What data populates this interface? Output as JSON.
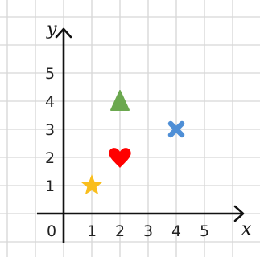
{
  "diagram": {
    "axes": {
      "x_label": "x",
      "y_label": "y",
      "x_ticks": [
        "0",
        "1",
        "2",
        "3",
        "4",
        "5"
      ],
      "y_ticks": [
        "1",
        "2",
        "3",
        "4",
        "5"
      ]
    },
    "grid": true,
    "points": [
      {
        "shape": "star-icon",
        "x": 1,
        "y": 1,
        "color": "#F9BE1D"
      },
      {
        "shape": "heart-icon",
        "x": 2,
        "y": 2,
        "color": "#FF0000"
      },
      {
        "shape": "triangle-icon",
        "x": 2,
        "y": 4,
        "color": "#6BA84F"
      },
      {
        "shape": "cross-icon",
        "x": 4,
        "y": 3,
        "color": "#4F8FD6"
      }
    ],
    "colors": {
      "grid": "#D6D6D6",
      "axis": "#111111"
    }
  }
}
